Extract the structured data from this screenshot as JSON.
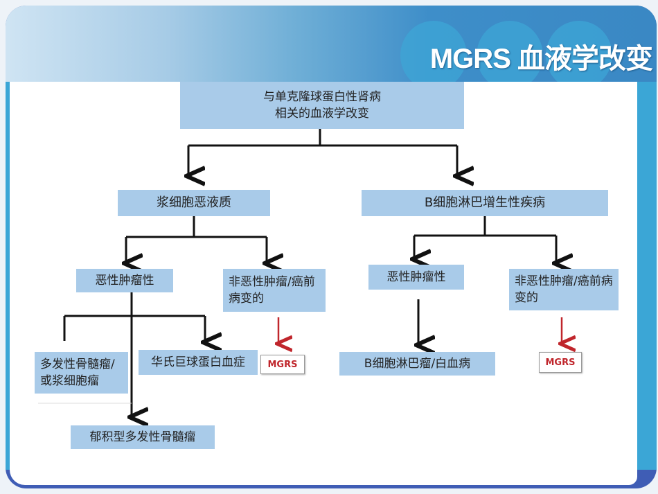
{
  "slide": {
    "title": "MGRS 血液学改变"
  },
  "diagram": {
    "root": "与单克隆球蛋白性肾病\n相关的血液学改变",
    "left": {
      "label": "浆细胞恶液质",
      "malignant": "恶性肿瘤性",
      "nonmalignant": "非恶性肿瘤/癌前病变的",
      "myeloma": "多发性骨髓瘤/或浆细胞瘤",
      "waldenstrom": "华氏巨球蛋白血症",
      "smoldering": "郁积型多发性骨髓瘤",
      "mgrs": "MGRS"
    },
    "right": {
      "label": "B细胞淋巴增生性疾病",
      "malignant": "恶性肿瘤性",
      "nonmalignant": "非恶性肿瘤/癌前病变的",
      "lymphoma": "B细胞淋巴瘤/白血病",
      "mgrs": "MGRS"
    }
  }
}
